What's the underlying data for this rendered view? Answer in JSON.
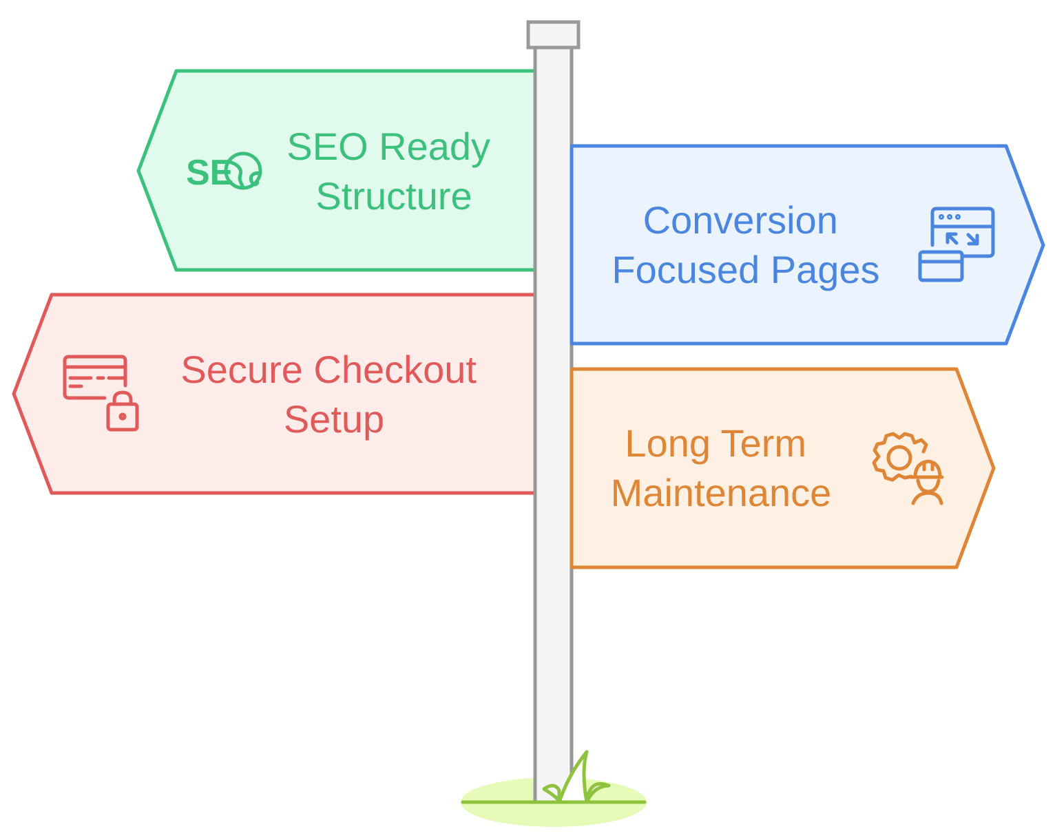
{
  "signs": [
    {
      "id": "seo",
      "line1": "SEO Ready",
      "line2": "Structure",
      "icon_text": "SE",
      "icon": "seo-globe-icon",
      "stroke": "#3cc17d",
      "fill": "#e0fbee",
      "text_color": "#3cc17d"
    },
    {
      "id": "conversion",
      "line1": "Conversion",
      "line2": "Focused Pages",
      "icon": "browser-windows-expand-icon",
      "stroke": "#4a86e0",
      "fill": "#ebf3fe",
      "text_color": "#4a86e0"
    },
    {
      "id": "checkout",
      "line1": "Secure Checkout",
      "line2": "Setup",
      "icon": "credit-card-lock-icon",
      "stroke": "#e05a5a",
      "fill": "#feeceb",
      "text_color": "#e05a5a"
    },
    {
      "id": "maintenance",
      "line1": "Long Term",
      "line2": "Maintenance",
      "icon": "gear-worker-icon",
      "stroke": "#df8636",
      "fill": "#fef0e3",
      "text_color": "#df8636"
    }
  ],
  "post": {
    "stroke": "#999999",
    "fill": "#f5f5f5"
  },
  "ground": {
    "grass_color": "#8fc23e",
    "shadow_color": "#e6fbb8"
  }
}
